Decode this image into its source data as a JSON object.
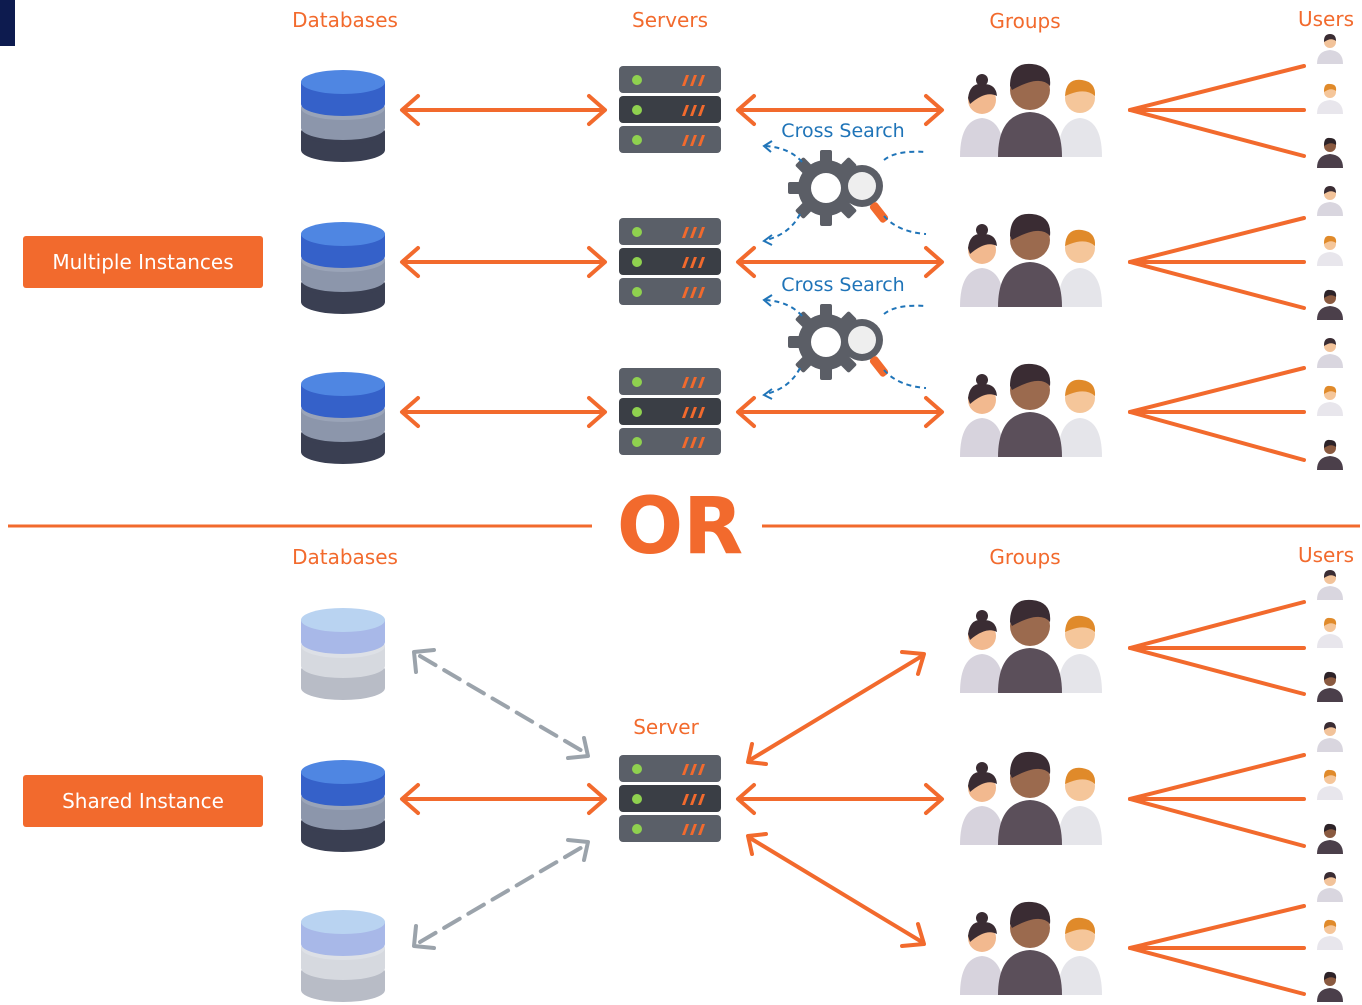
{
  "top_section": {
    "headers": {
      "databases": "Databases",
      "servers": "Servers",
      "groups": "Groups",
      "users": "Users"
    },
    "instance_label": "Multiple Instances",
    "cross_search_labels": [
      "Cross Search",
      "Cross Search"
    ]
  },
  "divider": {
    "text": "OR"
  },
  "bottom_section": {
    "headers": {
      "databases": "Databases",
      "server": "Server",
      "groups": "Groups",
      "users": "Users"
    },
    "instance_label": "Shared Instance"
  },
  "colors": {
    "accent": "#f26a2d",
    "search_blue": "#1f74b8",
    "db_active_top": "#3d6fd4",
    "db_inactive_top": "#a9c6ee",
    "server_body": "#555a63",
    "dashed_gray": "#9ba3ab"
  },
  "icons": [
    "database-icon",
    "server-icon",
    "group-icon",
    "user-icon",
    "gear-search-icon"
  ]
}
